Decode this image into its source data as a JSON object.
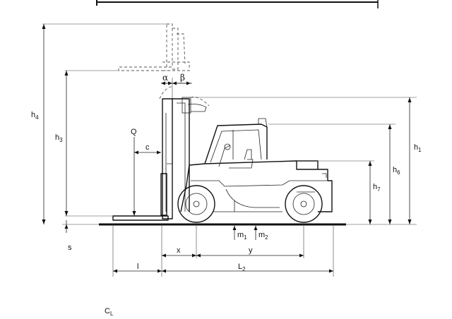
{
  "labels": {
    "h4": {
      "main": "h",
      "sub": "4"
    },
    "h3": {
      "main": "h",
      "sub": "3"
    },
    "h1": {
      "main": "h",
      "sub": "1"
    },
    "h6": {
      "main": "h",
      "sub": "6"
    },
    "h7": {
      "main": "h",
      "sub": "7"
    },
    "Q": "Q",
    "c": "c",
    "alpha": "α",
    "beta": "β",
    "s": "s",
    "m1": {
      "main": "m",
      "sub": "1"
    },
    "m2": {
      "main": "m",
      "sub": "2"
    },
    "x": "x",
    "y": "y",
    "l": "l",
    "L2": {
      "main": "L",
      "sub": "2"
    },
    "CL": {
      "main": "C",
      "sub": "L"
    }
  }
}
